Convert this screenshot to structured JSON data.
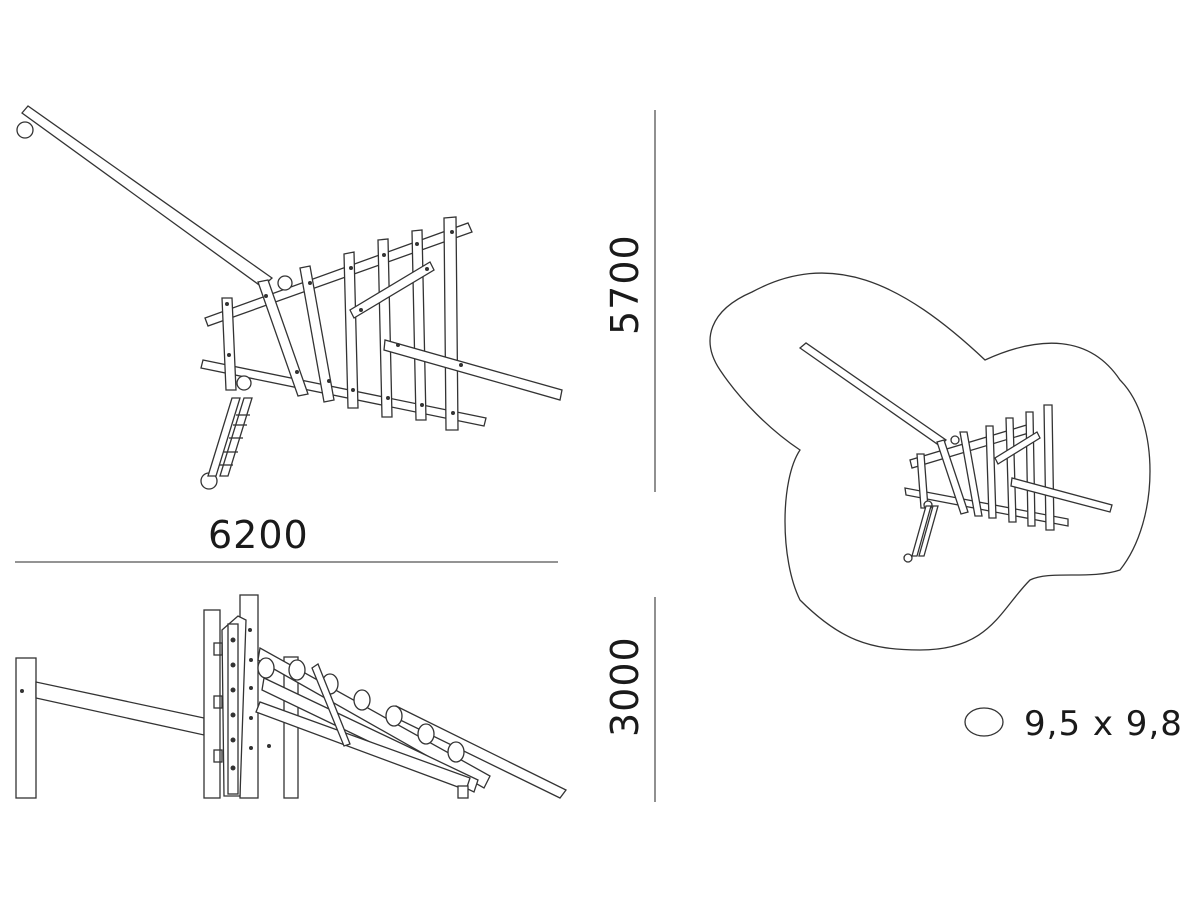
{
  "dimensions": {
    "length": "6200",
    "width": "5700",
    "height": "3000"
  },
  "safety_area": {
    "label": "9,5 x 9,8",
    "icon": "ellipse-icon"
  }
}
